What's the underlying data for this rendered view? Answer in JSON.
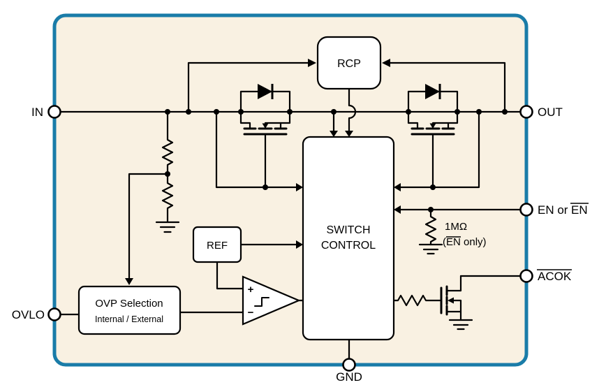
{
  "diagram": {
    "pins": {
      "in": "IN",
      "out": "OUT",
      "gnd": "GND",
      "ovlo": "OVLO",
      "acok": "ACOK",
      "en_label_prefix": "EN or",
      "en_label_overlined": "EN"
    },
    "blocks": {
      "rcp": "RCP",
      "switch_control_line1": "SWITCH",
      "switch_control_line2": "CONTROL",
      "ref": "REF",
      "ovp_title": "OVP Selection",
      "ovp_subtitle": "Internal / External"
    },
    "comparator": {
      "plus": "+",
      "minus": "−"
    },
    "annotations": {
      "pullup_value": "1MΩ",
      "pullup_note_open": "(",
      "pullup_note_overlined": "EN",
      "pullup_note_rest": " only)"
    },
    "colors": {
      "chip_border": "#1a7ca8",
      "chip_fill": "#f9f1e2",
      "line": "#000000",
      "block_fill": "#ffffff"
    }
  }
}
